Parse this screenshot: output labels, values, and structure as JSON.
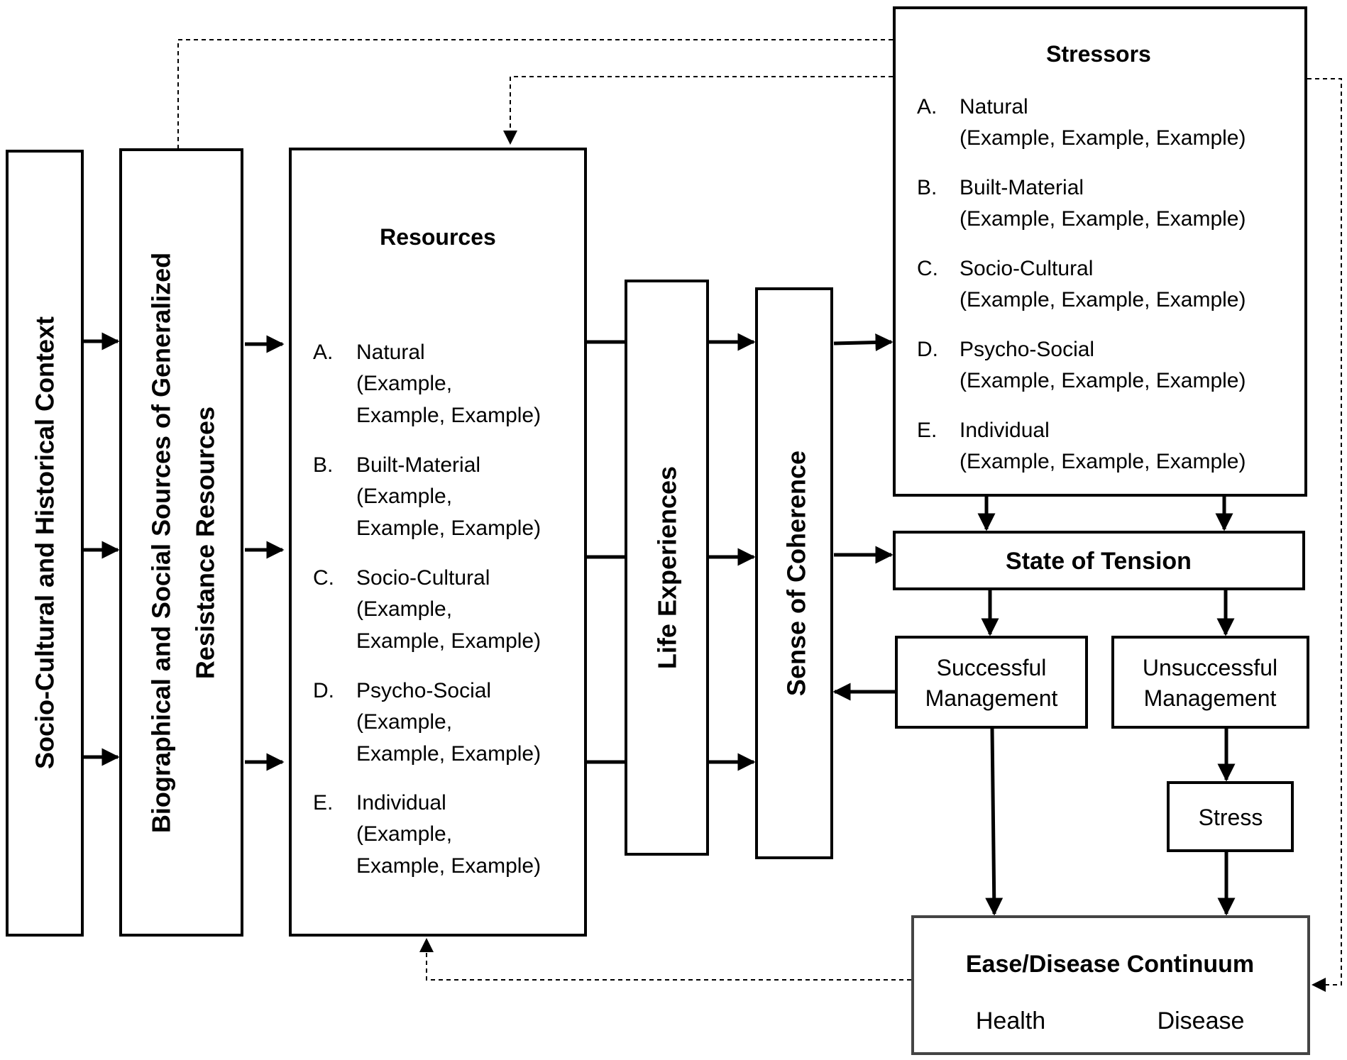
{
  "context_box": {
    "label": "Socio-Cultural and Historical Context"
  },
  "sources_box": {
    "line1": "Biographical and Social Sources of Generalized",
    "line2": "Resistance Resources"
  },
  "resources": {
    "title": "Resources",
    "items": [
      {
        "letter": "A.",
        "name": "Natural",
        "ex1": "(Example,",
        "ex2": "Example, Example)"
      },
      {
        "letter": "B.",
        "name": "Built-Material",
        "ex1": "(Example,",
        "ex2": "Example, Example)"
      },
      {
        "letter": "C.",
        "name": "Socio-Cultural",
        "ex1": "(Example,",
        "ex2": "Example, Example)"
      },
      {
        "letter": "D.",
        "name": "Psycho-Social",
        "ex1": "(Example,",
        "ex2": "Example, Example)"
      },
      {
        "letter": "E.",
        "name": "Individual",
        "ex1": "(Example,",
        "ex2": "Example, Example)"
      }
    ]
  },
  "life_experiences": {
    "label": "Life Experiences"
  },
  "sense_of_coherence": {
    "label": "Sense of Coherence"
  },
  "stressors": {
    "title": "Stressors",
    "items": [
      {
        "letter": "A.",
        "name": "Natural",
        "examples": "(Example, Example, Example)"
      },
      {
        "letter": "B.",
        "name": "Built-Material",
        "examples": "(Example, Example, Example)"
      },
      {
        "letter": "C.",
        "name": "Socio-Cultural",
        "examples": "(Example, Example, Example)"
      },
      {
        "letter": "D.",
        "name": "Psycho-Social",
        "examples": "(Example, Example, Example)"
      },
      {
        "letter": "E.",
        "name": "Individual",
        "examples": "(Example, Example, Example)"
      }
    ]
  },
  "state_of_tension": {
    "label": "State of Tension"
  },
  "successful": {
    "line1": "Successful",
    "line2": "Management"
  },
  "unsuccessful": {
    "line1": "Unsuccessful",
    "line2": "Management"
  },
  "stress": {
    "label": "Stress"
  },
  "continuum": {
    "title": "Ease/Disease Continuum",
    "left": "Health",
    "right": "Disease"
  }
}
